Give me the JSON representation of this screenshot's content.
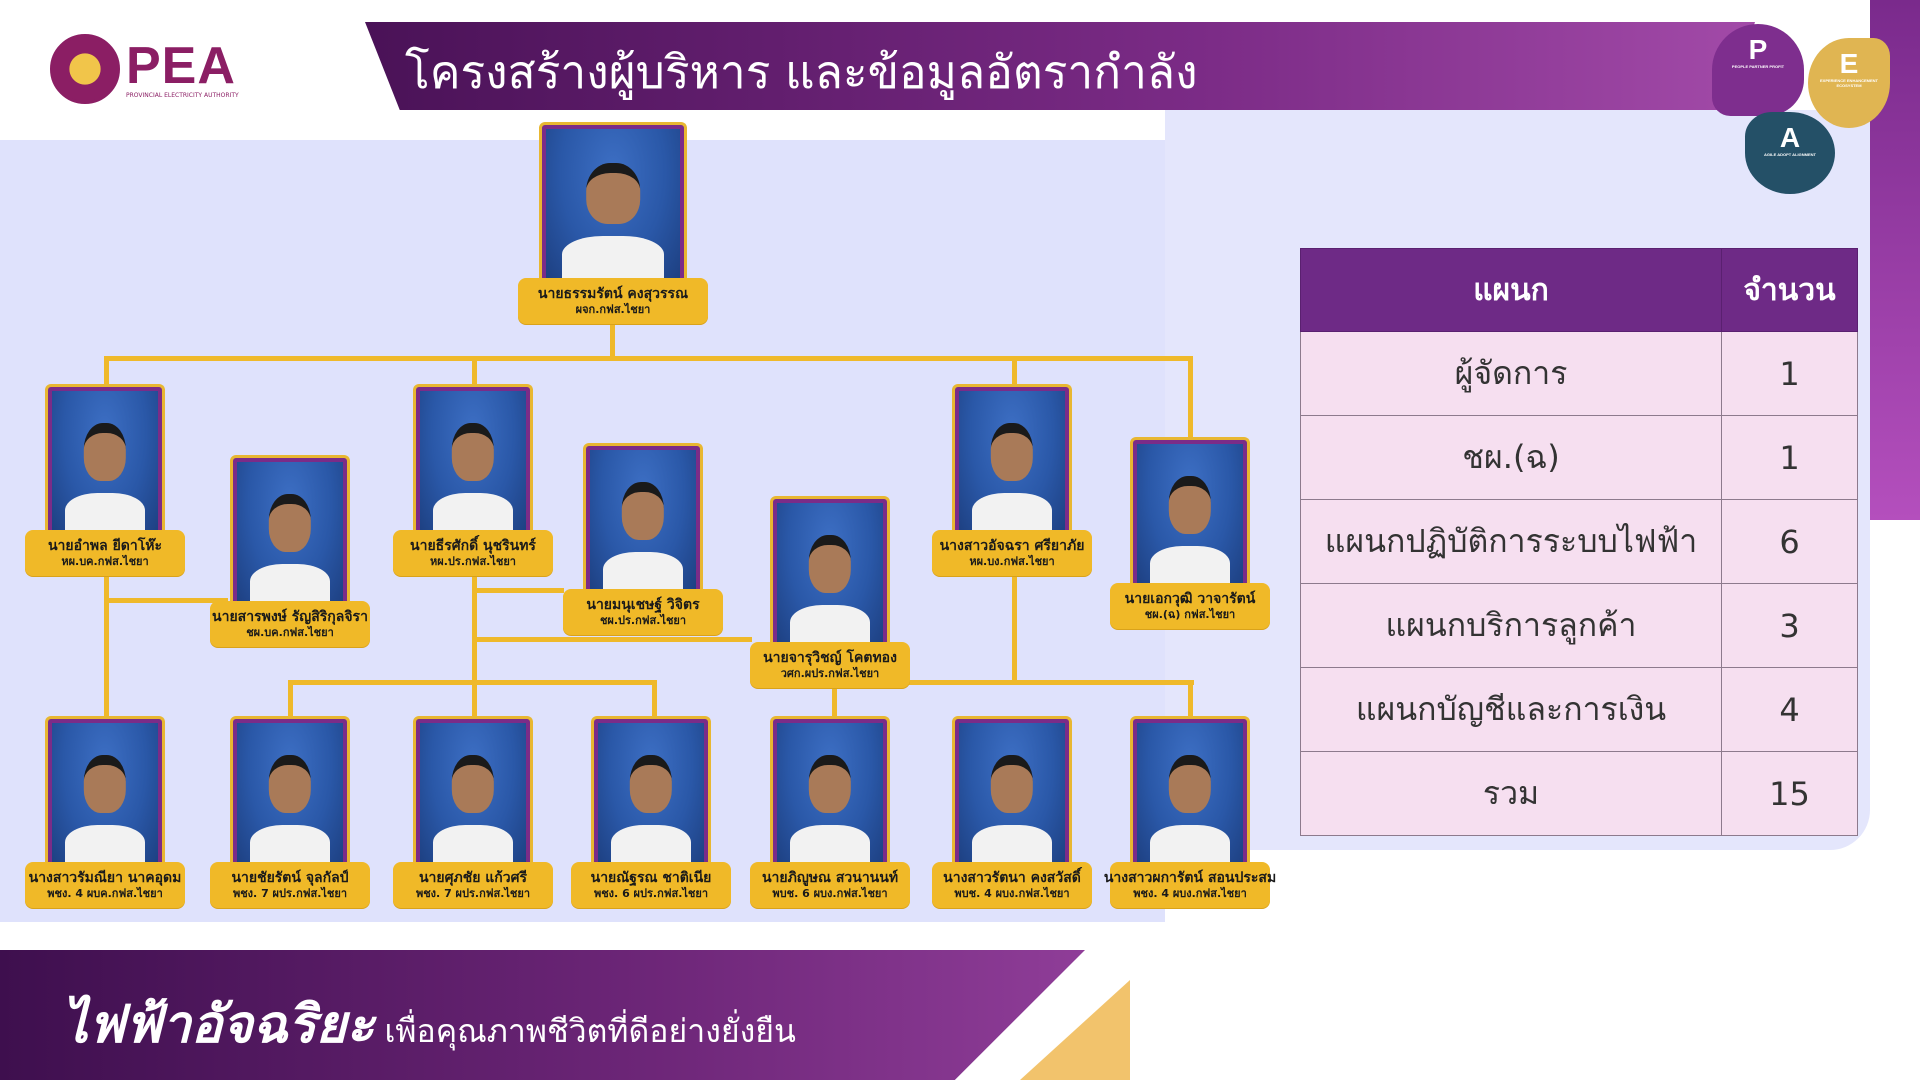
{
  "logo": {
    "main": "PEA",
    "sub": "PROVINCIAL ELECTRICITY AUTHORITY"
  },
  "title": "โครงสร้างผู้บริหาร และข้อมูลอัตรากำลัง",
  "emblem": {
    "p": {
      "letter": "P",
      "words": "PEOPLE PARTNER PROFIT"
    },
    "e": {
      "letter": "E",
      "words": "EXPERIENCE ENHANCEMENT ECOSYSTEM"
    },
    "a": {
      "letter": "A",
      "words": "AGILE ADOPT ALIGNMENT"
    }
  },
  "people": {
    "manager": {
      "name": "นายธรรมรัตน์ คงสุวรรณ",
      "position": "ผจก.กฟส.ไชยา"
    },
    "bk_head": {
      "name": "นายอำพล ยีดาโห๊ะ",
      "position": "หผ.บค.กฟส.ไชยา"
    },
    "bk_asst": {
      "name": "นายสารพงษ์ รัญสิริกุลจิรา",
      "position": "ชผ.บค.กฟส.ไชยา"
    },
    "op_head": {
      "name": "นายธีรศักดิ์ นุชรินทร์",
      "position": "หผ.ปร.กฟส.ไชยา"
    },
    "op_asst": {
      "name": "นายมนุเชษฐ์ วิจิตร",
      "position": "ชผ.ปร.กฟส.ไชยา"
    },
    "op_eng": {
      "name": "นายจารุวิชญ์ โคตทอง",
      "position": "วศก.ผปร.กฟส.ไชยา"
    },
    "cs_head": {
      "name": "นางสาวอัจฉรา ศรียาภัย",
      "position": "หผ.บง.กฟส.ไชยา"
    },
    "deputy": {
      "name": "นายเอกวุฒิ วาจารัตน์",
      "position": "ชผ.(ฉ) กฟส.ไชยา"
    },
    "s1": {
      "name": "นางสาวรัมณียา นาคอุดม",
      "position": "พชง. 4  ผบค.กฟส.ไชยา"
    },
    "s2": {
      "name": "นายชัยรัตน์ จุลกัลป์",
      "position": "พชง. 7  ผปร.กฟส.ไชยา"
    },
    "s3": {
      "name": "นายศุภชัย แก้วศรี",
      "position": "พชง. 7  ผปร.กฟส.ไชยา"
    },
    "s4": {
      "name": "นายณัฐรณ ชาติเนีย",
      "position": "พชง. 6  ผปร.กฟส.ไชยา"
    },
    "s5": {
      "name": "นายภิญูษณ สวนานนท์",
      "position": "พบช. 6  ผบง.กฟส.ไชยา"
    },
    "s6": {
      "name": "นางสาวรัตนา คงสวัสดิ์",
      "position": "พบช. 4  ผบง.กฟส.ไชยา"
    },
    "s7": {
      "name": "นางสาวผการัตน์ สอนประสม",
      "position": "พชง. 4  ผบง.กฟส.ไชยา"
    }
  },
  "table": {
    "headers": [
      "แผนก",
      "จำนวน"
    ],
    "rows": [
      {
        "dept": "ผู้จัดการ",
        "count": "1"
      },
      {
        "dept": "ชผ.(ฉ)",
        "count": "1"
      },
      {
        "dept": "แผนกปฏิบัติการระบบไฟฟ้า",
        "count": "6"
      },
      {
        "dept": "แผนกบริการลูกค้า",
        "count": "3"
      },
      {
        "dept": "แผนกบัญชีและการเงิน",
        "count": "4"
      },
      {
        "dept": "รวม",
        "count": "15"
      }
    ]
  },
  "footer": {
    "slogan_main": "ไฟฟ้าอัจฉริยะ",
    "slogan_sub": "เพื่อคุณภาพชีวิตที่ดีอย่างยั่งยืน"
  },
  "colors": {
    "purple": "#6e2a86",
    "gold": "#f0b928",
    "panel": "#dfe2fc"
  }
}
